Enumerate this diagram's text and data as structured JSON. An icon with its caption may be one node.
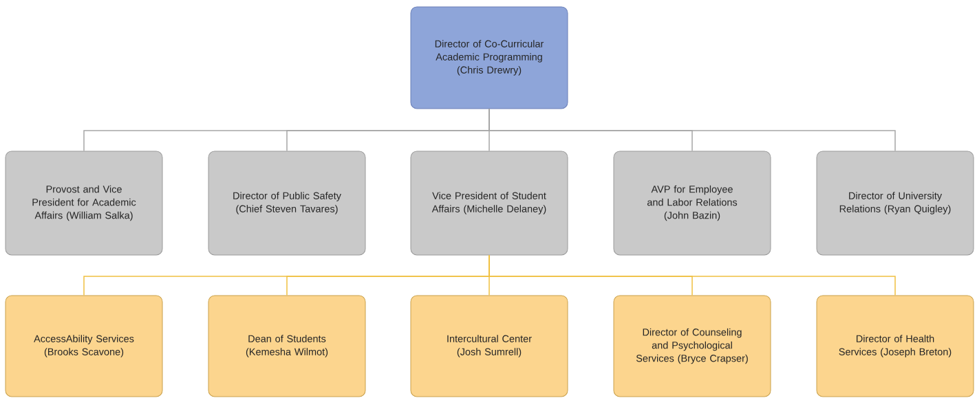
{
  "diagram": {
    "nodes": [
      {
        "text": [
          "Director of Co-Curricular Academic Programming (Chris Drewry)"
        ]
      },
      {
        "text": [
          "Provost and Vice President for Academic Affairs (William Salka)"
        ]
      },
      {
        "text": [
          "Director of Public Safety (Chief Steven Tavares)"
        ]
      },
      {
        "text": [
          "Vice President of Student Affairs (Michelle Delaney)"
        ]
      },
      {
        "text": [
          "AVP for Employee and Labor Relations (John Bazin)"
        ]
      },
      {
        "text": [
          "Director of University Relations (Ryan Quigley)"
        ]
      },
      {
        "text": [
          "AccessAbility Services (Brooks Scavone)"
        ]
      },
      {
        "text": [
          "Dean of Students (Kemesha Wilmot)"
        ]
      },
      {
        "text": [
          "Intercultural Center (Josh Sumrell)"
        ]
      },
      {
        "text": [
          "Director of Counseling and Psychological Services (Bryce Crapser)"
        ]
      },
      {
        "text": [
          "Director of Health Services (Joseph Breton)"
        ]
      }
    ],
    "edges": [
      {
        "from": 0,
        "to": 1,
        "arrow": "none"
      },
      {
        "from": 0,
        "to": 2,
        "arrow": "none"
      },
      {
        "from": 0,
        "to": 3,
        "arrow": "none"
      },
      {
        "from": 0,
        "to": 4,
        "arrow": "none"
      },
      {
        "from": 0,
        "to": 5,
        "arrow": "none"
      },
      {
        "from": 3,
        "to": 6,
        "arrow": "none",
        "color": "#f0c040"
      },
      {
        "from": 3,
        "to": 7,
        "arrow": "none",
        "color": "#f0c040"
      },
      {
        "from": 3,
        "to": 8,
        "arrow": "none",
        "color": "#f0c040"
      },
      {
        "from": 3,
        "to": 9,
        "arrow": "none",
        "color": "#f0c040"
      },
      {
        "from": 3,
        "to": 10,
        "arrow": "none",
        "color": "#f0c040"
      }
    ]
  }
}
